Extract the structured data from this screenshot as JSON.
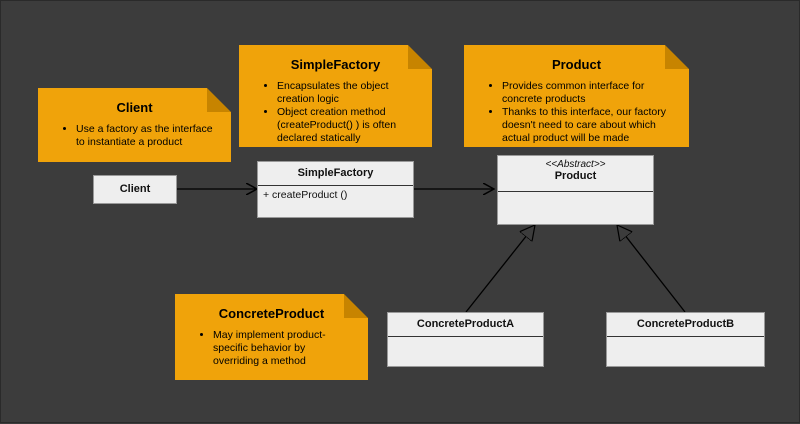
{
  "notes": {
    "client": {
      "title": "Client",
      "bullets": [
        "Use a factory as the interface to instantiate a product"
      ]
    },
    "simple_factory": {
      "title": "SimpleFactory",
      "bullets": [
        "Encapsulates the object creation logic",
        "Object creation method (createProduct() ) is often declared statically"
      ]
    },
    "product": {
      "title": "Product",
      "bullets": [
        "Provides common interface for concrete products",
        "Thanks to this interface, our factory doesn't need to care about which actual product will be made"
      ]
    },
    "concrete_product": {
      "title": "ConcreteProduct",
      "bullets": [
        "May implement product-specific behavior by overriding a method"
      ]
    }
  },
  "classes": {
    "client": {
      "name": "Client"
    },
    "simple_factory": {
      "name": "SimpleFactory",
      "method": "+ createProduct ()"
    },
    "product": {
      "stereotype": "<<Abstract>>",
      "name": "Product"
    },
    "concrete_a": {
      "name": "ConcreteProductA"
    },
    "concrete_b": {
      "name": "ConcreteProductB"
    }
  },
  "colors": {
    "background": "#3c3c3c",
    "note": "#f0a30a",
    "class_box": "#eeeeee",
    "connector": "#000000"
  }
}
